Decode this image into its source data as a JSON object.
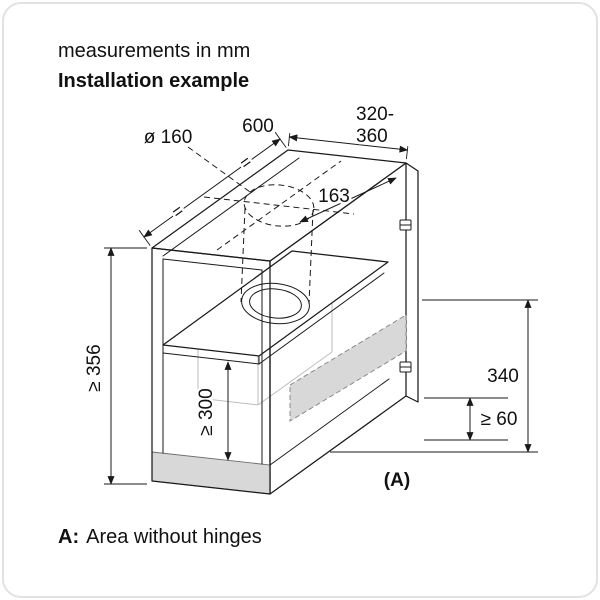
{
  "header": {
    "subtitle": "measurements in mm",
    "title": "Installation example"
  },
  "labels": {
    "hole_diameter": "ø 160",
    "cabinet_width": "600",
    "depth_range_top": "320-",
    "depth_range_bottom": "360",
    "hole_to_edge": "163",
    "min_height": "≥ 356",
    "min_interior_height": "≥ 300",
    "side_panel_height": "340",
    "min_bottom_clearance": "≥ 60",
    "area_marker": "(A)",
    "equal_upper": "=",
    "equal_lower": "="
  },
  "footnote": {
    "marker": "A:",
    "text": "Area without hinges"
  },
  "colors": {
    "line": "#1a1a1a",
    "text": "#111111",
    "shade": "#d8d8d8",
    "muted_line": "#bdbdbd",
    "frame_border": "#e2e2e2"
  }
}
